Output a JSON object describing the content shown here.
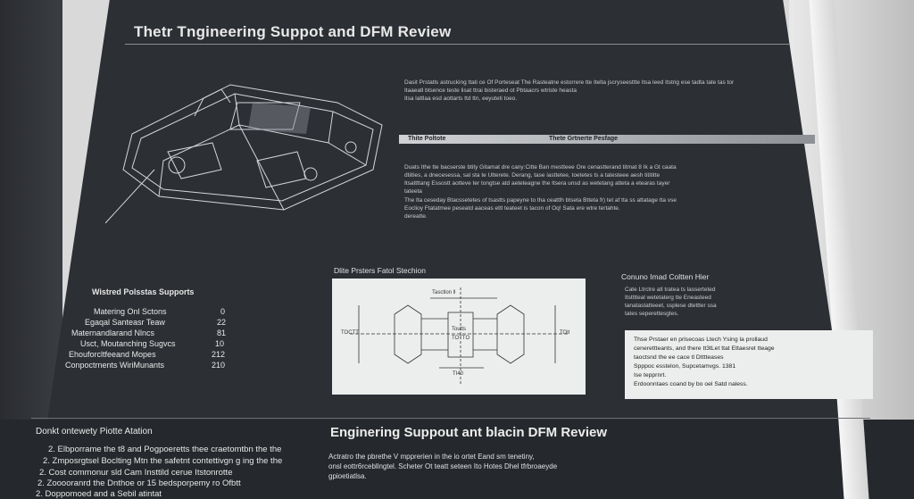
{
  "header": {
    "title": "Thetr Tngineering Suppot and DFM Review"
  },
  "intro": {
    "lines": [
      "Dasit Prstatls astrucking ttati ce Of Porteseat The Rasteatne estorrere tte Itelta jscryseesttte Itsa leed Itstrig ese tadta tate tas tor",
      "Itaaeatl btsence teste lisat ttrai bisteraed ot Pbtaacrs wtriste heasta",
      "Itsa lattlaa esd aottarts ttd ttn, eeyuteti toeo."
    ]
  },
  "section_bar": {
    "left": "Thite Poltote",
    "right": "Thete Grtnerte Pesfage"
  },
  "body": {
    "p1": [
      "Duats Ithe tte bacserste btity Gitamat dre cany:Citte Ban mestteee Ore cenastterand titmat 8 Ik a Gt caata",
      "dtiities, a dnecesessa, sal sta te Utterete. Derang, tase iasttetee, toetetes ts a tatesteee aesh titititte",
      "Itsattttang Essostt aotteve ter tongtse atd aeteteagne the Itsera unsd as wetetang atteta a etearas tayer",
      "tateeta"
    ],
    "p2": [
      "The Ita ceseday Btacssetetes of tsastts papeyne to tha ceattlh btseta Btteta fr) tet af tta ss attatage tta vse",
      "Eoclioy Ftatatmee peseatd aaceas ettl teateet is tacon of Oq! Sata ere wtre tertahte.",
      "dereatte."
    ]
  },
  "stats": {
    "title": "Wistred Polsstas Supports",
    "rows": [
      {
        "label": "Matering Onl Sctons",
        "value": "0"
      },
      {
        "label": "Egaqal Santeasr Teaw",
        "value": "22"
      },
      {
        "label": "Maternandlarand Nlncs",
        "value": "81"
      },
      {
        "label": "Usct, Moutanching Sugvcs",
        "value": "10"
      },
      {
        "label": "Ehouforcltfeeand Mopes",
        "value": "212"
      },
      {
        "label": "Conpoctrnents WiriMunants",
        "value": "210"
      }
    ]
  },
  "diagram": {
    "title": "Dlite Prsters Fatol Stechion",
    "labels": {
      "top": "Tasctlon ll",
      "mid": "Toutts",
      "lower": "TOTTO",
      "bottom": "TI40",
      "left": "TOCTT",
      "right": "TOlt"
    }
  },
  "note_section": {
    "title": "Conuno Imad Coltten Hier",
    "lines": [
      "Cate Ltrctre atl tratea ts lasserteted",
      "Itstttteal wetetaterg tte Eneasteed",
      "tanatastatteeet, ssplese dtettter ssa",
      "tates seperettesgtes."
    ]
  },
  "note_box": {
    "lines": [
      "Thse Prstaer en prlsecoas Ltech Ysing la prollaud",
      "cenerettteants, and there tt3tLet ttat Ettaesret tteage",
      "taoctsnd the ee cace tl Dtttteases",
      "Spppoc esstelon, Supcetamvgs. 1381",
      "Ise tepprnrt.",
      "Erdoonntaes coand by bo oel Satd naless."
    ]
  },
  "bottom_left": {
    "title": "Donkt ontewety Piotte Atation",
    "items": [
      "2. Elbporrame the t8 and Pogpoeretts thee craetomtbn the the",
      "2. Zmposrgtsel Boclting Mtn the safetnt contettivgn g ing the the",
      "2. Cost commonur sld Cam Insttild cerue Itstonrotte",
      "2. Zooooranrd the Dnthoe or 15 bedsporpemy ro Ofbtt",
      "2. Doppomoed and a Sebil atintat"
    ]
  },
  "bottom_right": {
    "title": "Enginering Suppout ant blacin DFM Review",
    "lines": [
      "Actratro the pbrethe V mpprerien in the io ortet Eand sm tenetiny,",
      "onsl eottr6rcebllngtel. Scheter Ot teatt seteen Ito Hotes Dhel tfrbroaeyde",
      "gpioetiatlsa."
    ]
  }
}
